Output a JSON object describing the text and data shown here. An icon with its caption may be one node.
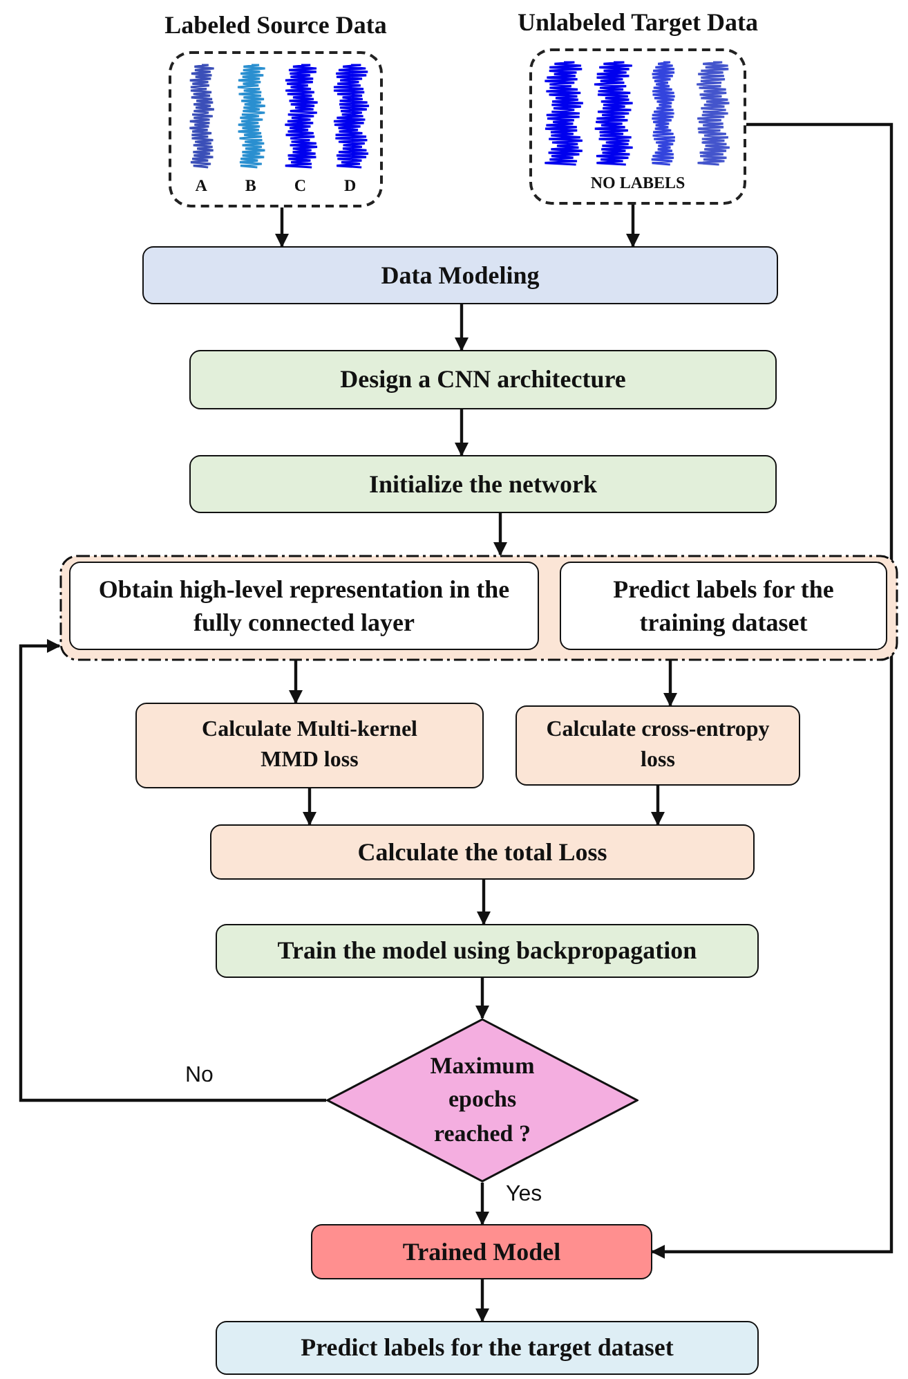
{
  "diagram": {
    "nodes": [
      {
        "text": [
          "Labeled Source Data",
          "A",
          "B",
          "C",
          "D"
        ]
      },
      {
        "text": [
          "Unlabeled Target Data",
          "NO LABELS"
        ]
      },
      {
        "text": [
          "Data Modeling"
        ]
      },
      {
        "text": [
          "Design a CNN architecture"
        ]
      },
      {
        "text": [
          "Initialize the network"
        ]
      },
      {
        "text": [],
        "shape": "box"
      },
      {
        "text": [
          "Obtain high-level representation in the fully connected layer"
        ],
        "in": 5
      },
      {
        "text": [
          "Predict labels for the training dataset"
        ],
        "in": 5
      },
      {
        "text": [
          "Calculate Multi-kernel MMD loss"
        ]
      },
      {
        "text": [
          "Calculate cross-entropy loss"
        ]
      },
      {
        "text": [
          "Calculate the total Loss"
        ]
      },
      {
        "text": [
          "Train the model using backpropagation"
        ]
      },
      {
        "text": [
          "Maximum epochs reached ?"
        ]
      },
      {
        "text": [
          "Trained Model"
        ]
      },
      {
        "text": [
          "Predict labels for the target dataset"
        ]
      }
    ],
    "edges": [
      {
        "from": 0,
        "to": 2,
        "arrow": "to"
      },
      {
        "from": 1,
        "to": 2,
        "arrow": "to"
      },
      {
        "from": 2,
        "to": 3,
        "arrow": "to"
      },
      {
        "from": 3,
        "to": 4,
        "arrow": "to"
      },
      {
        "from": 4,
        "to": 5,
        "arrow": "to"
      },
      {
        "from": 6,
        "to": 8,
        "arrow": "to"
      },
      {
        "from": 7,
        "to": 9,
        "arrow": "to"
      },
      {
        "from": 8,
        "to": 10,
        "arrow": "to"
      },
      {
        "from": 9,
        "to": 10,
        "arrow": "to"
      },
      {
        "from": 10,
        "to": 11,
        "arrow": "to"
      },
      {
        "from": 11,
        "to": 12,
        "arrow": "to"
      },
      {
        "from": 12,
        "to": 5,
        "arrow": "to",
        "label": "No"
      },
      {
        "from": 12,
        "to": 13,
        "arrow": "to",
        "label": "Yes"
      },
      {
        "from": 1,
        "to": 13,
        "arrow": "to"
      },
      {
        "from": 13,
        "to": 14,
        "arrow": "to"
      }
    ]
  }
}
